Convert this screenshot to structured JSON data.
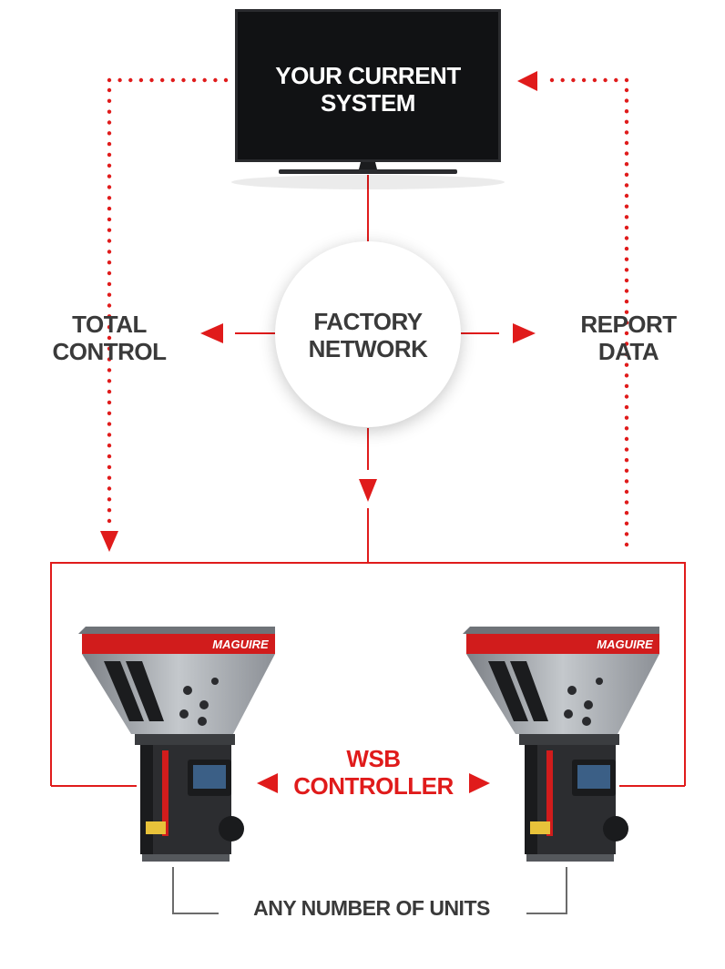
{
  "diagram": {
    "system_title_line1": "YOUR CURRENT",
    "system_title_line2": "SYSTEM",
    "network_line1": "FACTORY",
    "network_line2": "NETWORK",
    "left_line1": "TOTAL",
    "left_line2": "CONTROL",
    "right_line1": "REPORT",
    "right_line2": "DATA",
    "controller_line1": "WSB",
    "controller_line2": "CONTROLLER",
    "units_label": "ANY NUMBER OF UNITS",
    "brand_label": "MAGUIRE"
  },
  "colors": {
    "accent_red": "#e01b1b",
    "text_dark": "#3a3a3a",
    "tv_screen": "#111214",
    "unit_metal": "#a9adb2"
  }
}
